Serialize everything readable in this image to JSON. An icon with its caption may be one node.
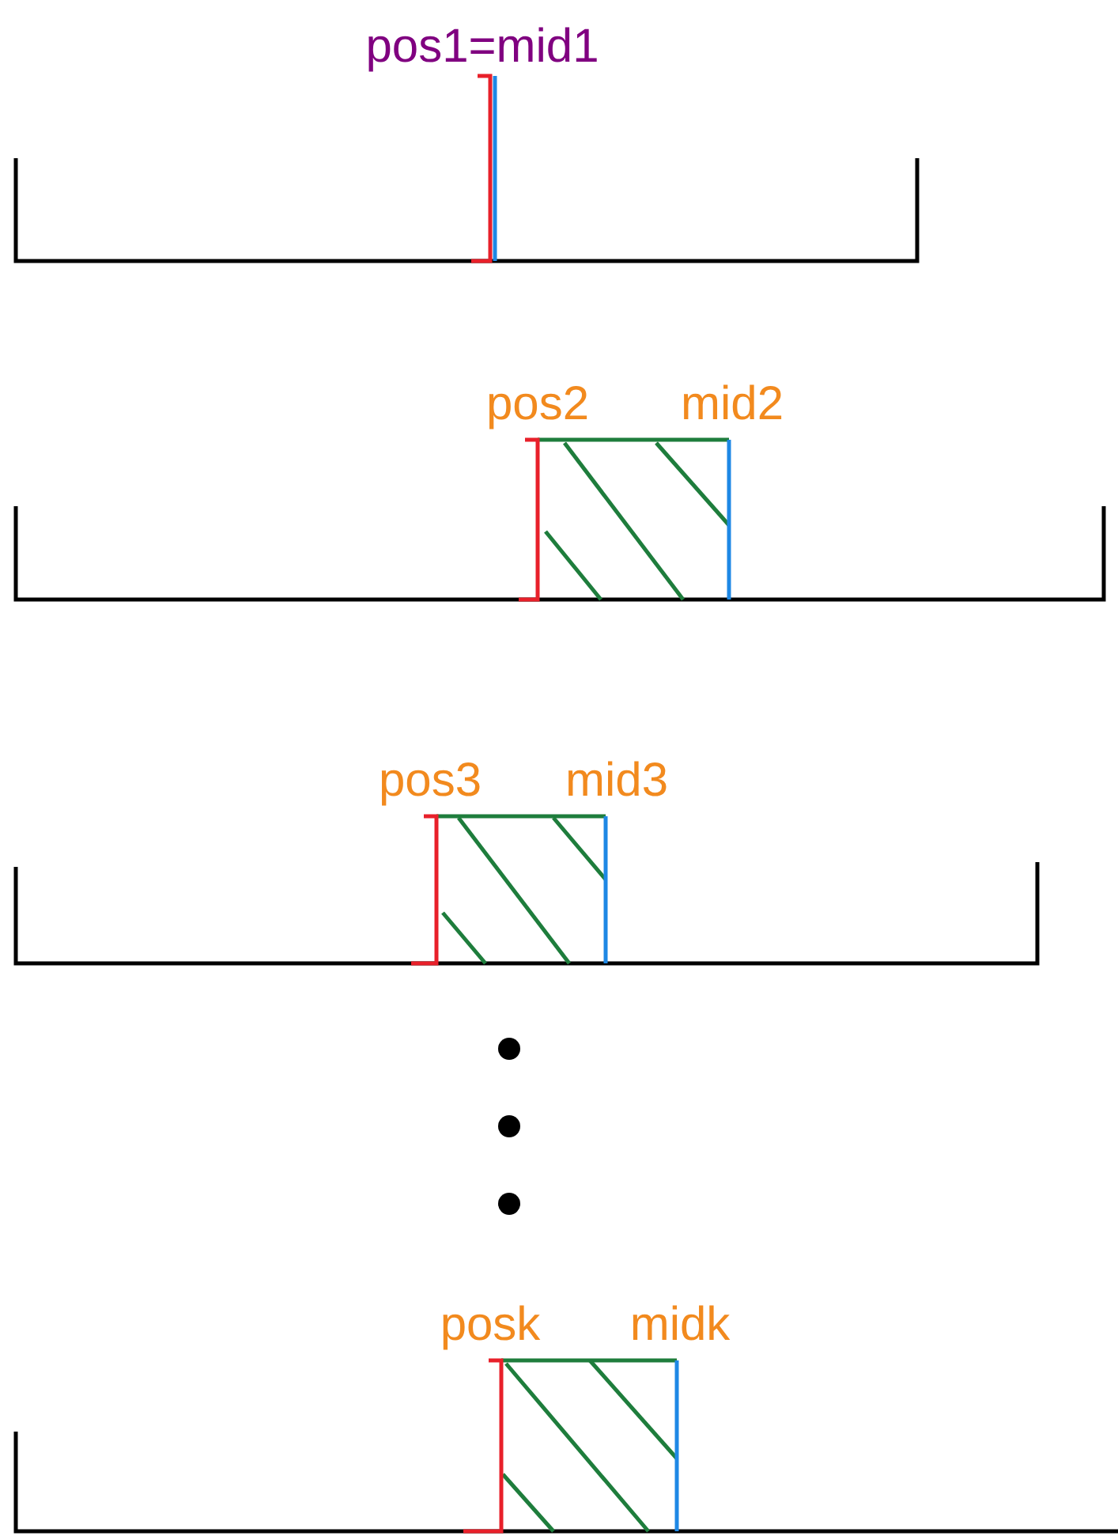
{
  "diagram": {
    "labels": [
      "pos1=mid1",
      "pos2",
      "mid2",
      "pos3",
      "mid3",
      "posk",
      "midk"
    ]
  }
}
